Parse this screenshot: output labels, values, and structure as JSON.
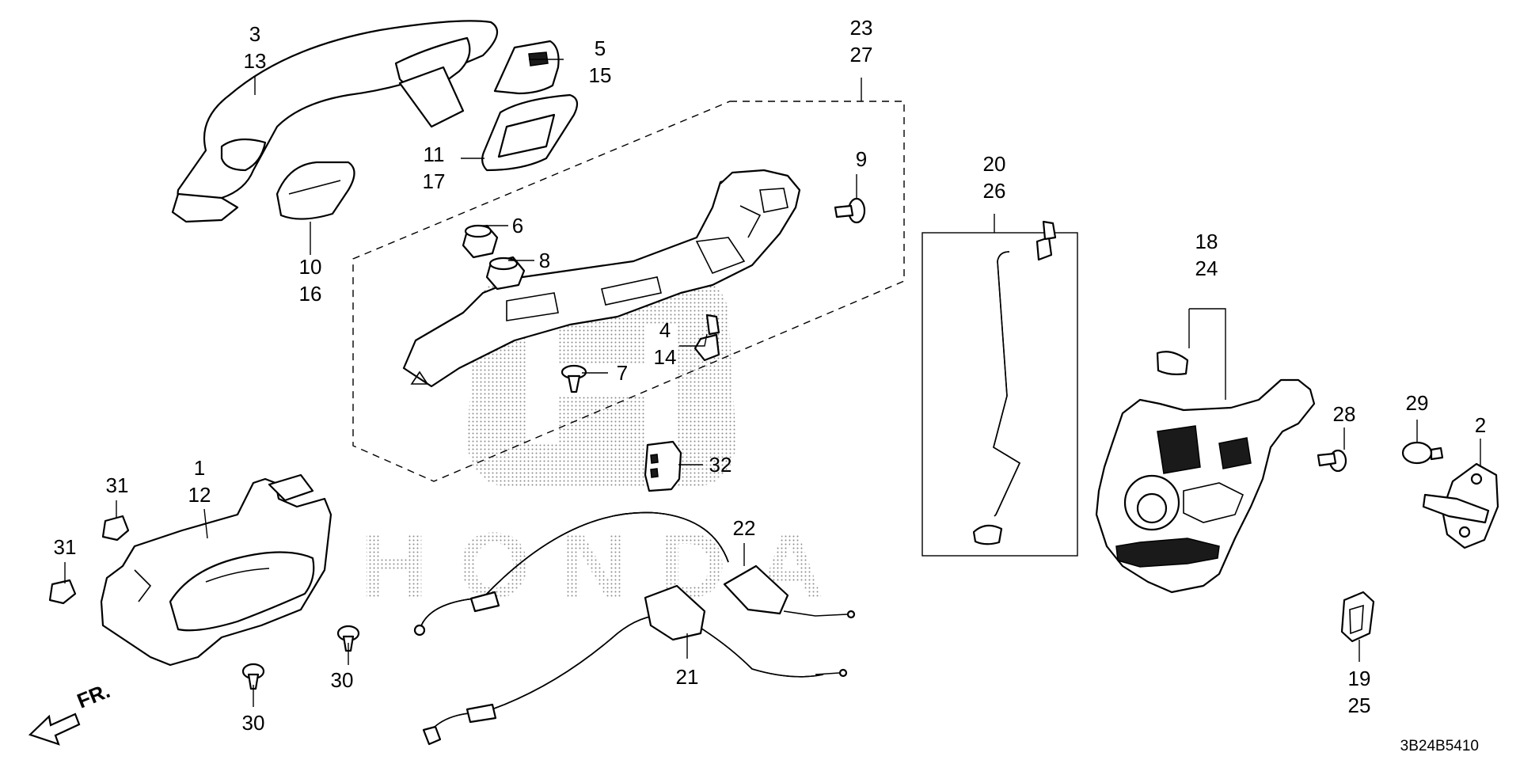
{
  "callouts": [
    {
      "id": "c-3-13",
      "lines": [
        "3",
        "13"
      ]
    },
    {
      "id": "c-5-15",
      "lines": [
        "5",
        "15"
      ]
    },
    {
      "id": "c-11-17",
      "lines": [
        "11",
        "17"
      ]
    },
    {
      "id": "c-10-16",
      "lines": [
        "10",
        "16"
      ]
    },
    {
      "id": "c-23-27",
      "lines": [
        "23",
        "27"
      ]
    },
    {
      "id": "c-9",
      "lines": [
        "9"
      ]
    },
    {
      "id": "c-6",
      "lines": [
        "6"
      ]
    },
    {
      "id": "c-8",
      "lines": [
        "8"
      ]
    },
    {
      "id": "c-4-14",
      "lines": [
        "4",
        "14"
      ]
    },
    {
      "id": "c-7",
      "lines": [
        "7"
      ]
    },
    {
      "id": "c-32",
      "lines": [
        "32"
      ]
    },
    {
      "id": "c-20-26",
      "lines": [
        "20",
        "26"
      ]
    },
    {
      "id": "c-18-24",
      "lines": [
        "18",
        "24"
      ]
    },
    {
      "id": "c-28",
      "lines": [
        "28"
      ]
    },
    {
      "id": "c-29",
      "lines": [
        "29"
      ]
    },
    {
      "id": "c-2",
      "lines": [
        "2"
      ]
    },
    {
      "id": "c-1-12",
      "lines": [
        "1",
        "12"
      ]
    },
    {
      "id": "c-31a",
      "lines": [
        "31"
      ]
    },
    {
      "id": "c-31b",
      "lines": [
        "31"
      ]
    },
    {
      "id": "c-30a",
      "lines": [
        "30"
      ]
    },
    {
      "id": "c-30b",
      "lines": [
        "30"
      ]
    },
    {
      "id": "c-22",
      "lines": [
        "22"
      ]
    },
    {
      "id": "c-21",
      "lines": [
        "21"
      ]
    },
    {
      "id": "c-19-25",
      "lines": [
        "19",
        "25"
      ]
    }
  ],
  "front_arrow": "FR.",
  "diagram_code": "3B24B5410",
  "watermark": "HONDA"
}
